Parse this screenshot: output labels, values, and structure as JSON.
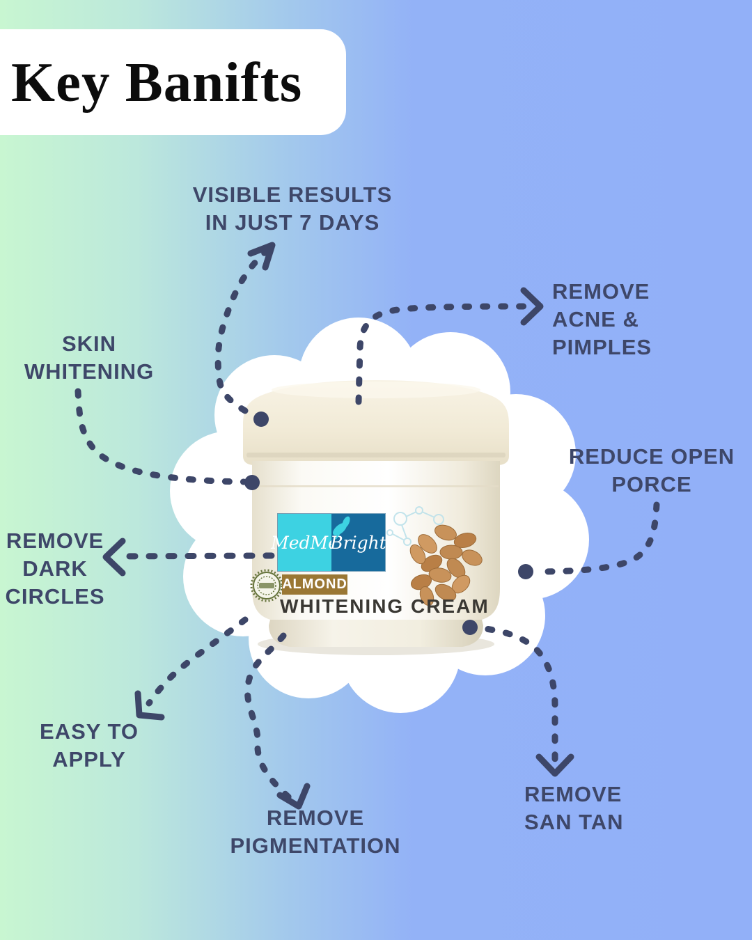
{
  "title": "Key Banifts",
  "colors": {
    "background_green": "#c8f6d1",
    "background_blue": "#92b0f8",
    "label_text": "#3e4769",
    "connector": "#3d4668",
    "logo_cyan": "#3dd2e2",
    "logo_blue": "#176a9c",
    "ribbon_brown": "#9a7734",
    "lid_cream": "#f2ecda",
    "shape_white": "#ffffff"
  },
  "benefits": [
    {
      "id": "visible-results",
      "lines": [
        "VISIBLE RESULTS",
        "IN JUST 7 DAYS"
      ]
    },
    {
      "id": "remove-acne",
      "lines": [
        "REMOVE",
        "ACNE & PIMPLES"
      ]
    },
    {
      "id": "skin-whitening",
      "lines": [
        "SKIN",
        "WHITENING"
      ]
    },
    {
      "id": "reduce-open-pores",
      "lines": [
        "REDUCE OPEN",
        "PORCE"
      ]
    },
    {
      "id": "remove-dark-circles",
      "lines": [
        "REMOVE",
        "DARK",
        "CIRCLES"
      ]
    },
    {
      "id": "easy-to-apply",
      "lines": [
        "EASY TO",
        "APPLY"
      ]
    },
    {
      "id": "remove-pigmentation",
      "lines": [
        "REMOVE",
        "PIGMENTATION"
      ]
    },
    {
      "id": "remove-san-tan",
      "lines": [
        "REMOVE",
        "SAN TAN"
      ]
    }
  ],
  "product": {
    "brand_first": "MedMe",
    "brand_second": "Bright",
    "variant": "ALMOND",
    "name": "WHITENING CREAM"
  }
}
